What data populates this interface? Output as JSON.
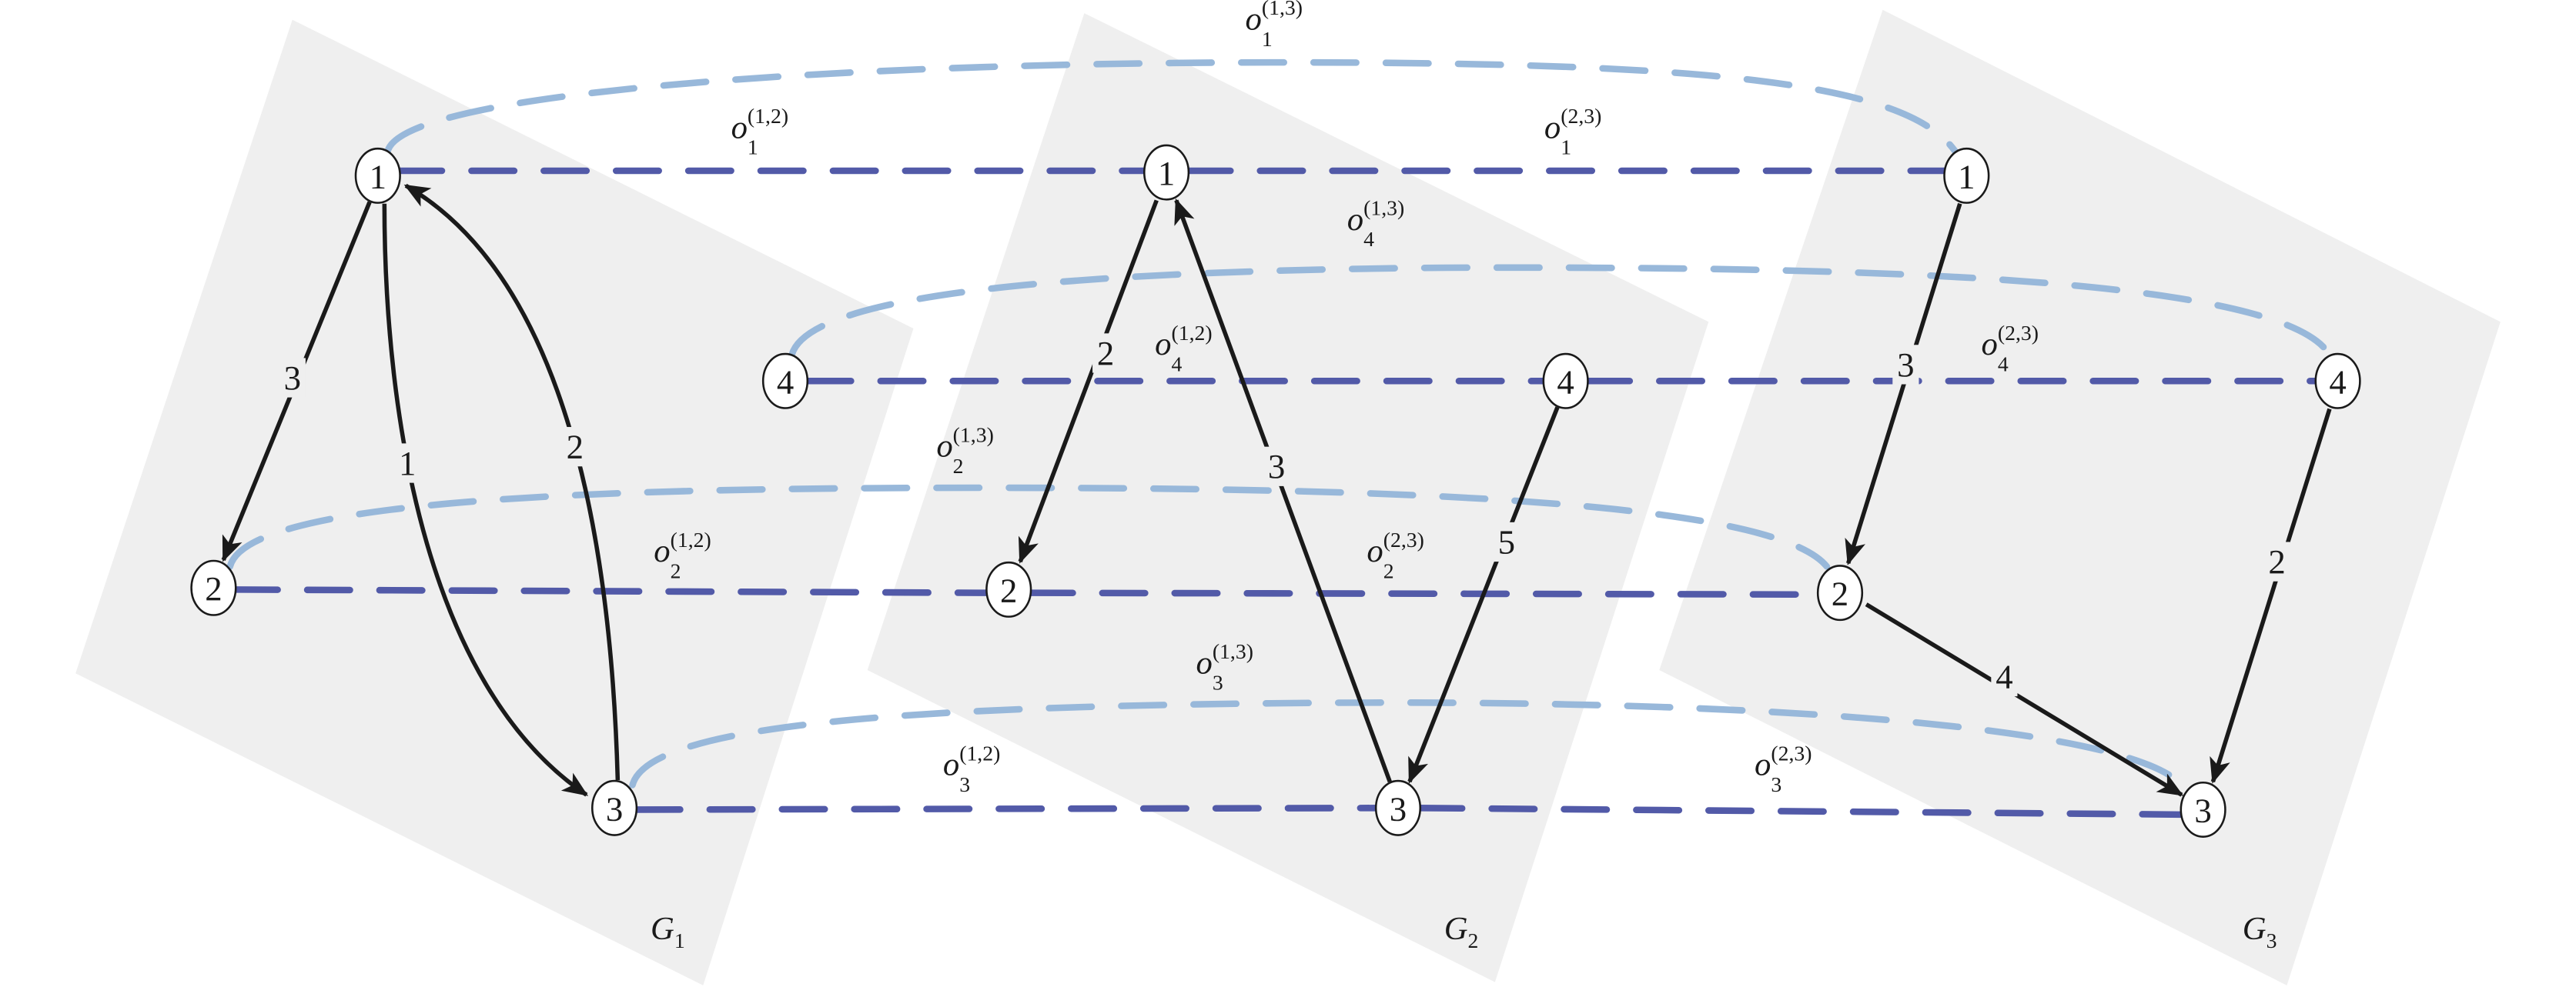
{
  "colors": {
    "panel": "#efefef",
    "edge": "#1a1a1a",
    "same_graph_link": "#525aa8",
    "skip_graph_link": "#98b8da",
    "node_fill": "#ffffff"
  },
  "graphs": [
    {
      "name": "G",
      "index": "1",
      "nodes": [
        "1",
        "2",
        "3",
        "4"
      ],
      "edges": [
        {
          "from": "1",
          "to": "2",
          "weight": "3"
        },
        {
          "from": "1",
          "to": "3",
          "weight": "1"
        },
        {
          "from": "3",
          "to": "1",
          "weight": "2"
        }
      ]
    },
    {
      "name": "G",
      "index": "2",
      "nodes": [
        "1",
        "2",
        "3",
        "4"
      ],
      "edges": [
        {
          "from": "1",
          "to": "2",
          "weight": "2"
        },
        {
          "from": "3",
          "to": "1",
          "weight": "3"
        },
        {
          "from": "4",
          "to": "3",
          "weight": "5"
        }
      ]
    },
    {
      "name": "G",
      "index": "3",
      "nodes": [
        "1",
        "2",
        "3",
        "4"
      ],
      "edges": [
        {
          "from": "1",
          "to": "2",
          "weight": "3"
        },
        {
          "from": "2",
          "to": "3",
          "weight": "4"
        },
        {
          "from": "4",
          "to": "3",
          "weight": "2"
        }
      ]
    }
  ],
  "links": [
    {
      "id": "o1-12",
      "base": "o",
      "sub": "1",
      "sup": "(1,2)",
      "kind": "adjacent"
    },
    {
      "id": "o1-23",
      "base": "o",
      "sub": "1",
      "sup": "(2,3)",
      "kind": "adjacent"
    },
    {
      "id": "o1-13",
      "base": "o",
      "sub": "1",
      "sup": "(1,3)",
      "kind": "skip"
    },
    {
      "id": "o4-12",
      "base": "o",
      "sub": "4",
      "sup": "(1,2)",
      "kind": "adjacent"
    },
    {
      "id": "o4-23",
      "base": "o",
      "sub": "4",
      "sup": "(2,3)",
      "kind": "adjacent"
    },
    {
      "id": "o4-13",
      "base": "o",
      "sub": "4",
      "sup": "(1,3)",
      "kind": "skip"
    },
    {
      "id": "o2-12",
      "base": "o",
      "sub": "2",
      "sup": "(1,2)",
      "kind": "adjacent"
    },
    {
      "id": "o2-23",
      "base": "o",
      "sub": "2",
      "sup": "(2,3)",
      "kind": "adjacent"
    },
    {
      "id": "o2-13",
      "base": "o",
      "sub": "2",
      "sup": "(1,3)",
      "kind": "skip"
    },
    {
      "id": "o3-12",
      "base": "o",
      "sub": "3",
      "sup": "(1,2)",
      "kind": "adjacent"
    },
    {
      "id": "o3-23",
      "base": "o",
      "sub": "3",
      "sup": "(2,3)",
      "kind": "adjacent"
    },
    {
      "id": "o3-13",
      "base": "o",
      "sub": "3",
      "sup": "(1,3)",
      "kind": "skip"
    }
  ]
}
